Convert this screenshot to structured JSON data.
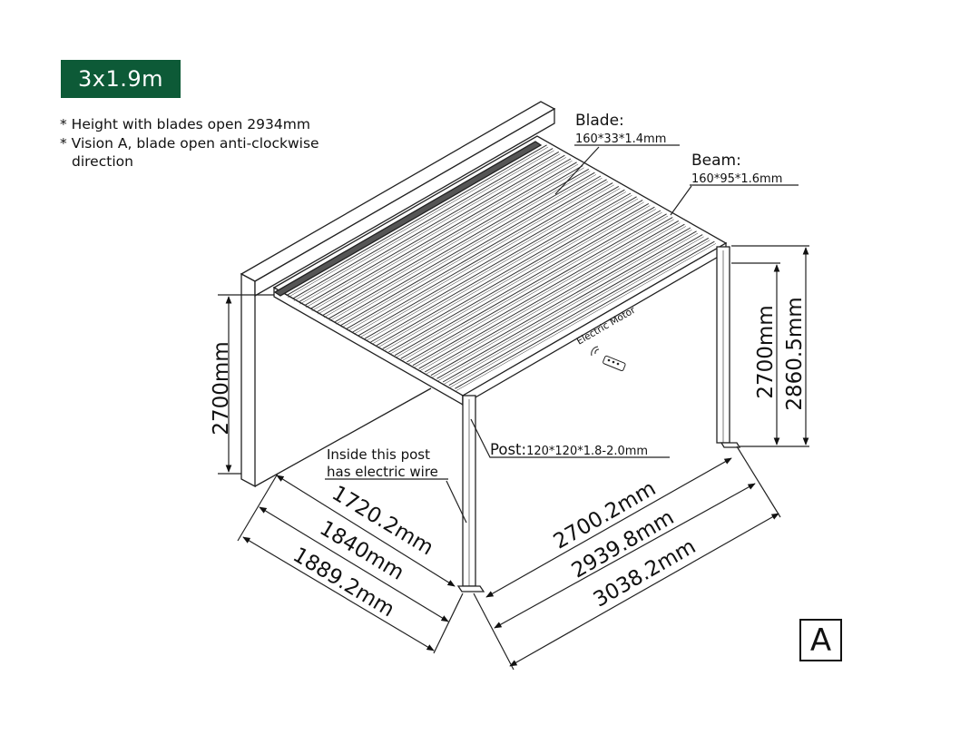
{
  "badge": {
    "label": "3x1.9m",
    "color": "#0d5a37"
  },
  "notes": [
    "* Height with blades open 2934mm",
    "* Vision A, blade open anti-clockwise",
    "direction"
  ],
  "labels": {
    "blade_title": "Blade:",
    "blade_spec": "160*33*1.4mm",
    "beam_title": "Beam:",
    "beam_spec": "160*95*1.6mm",
    "motor": "Electric Motor",
    "post": "Post:",
    "post_spec": "120*120*1.8-2.0mm",
    "wire_line1": "Inside this post",
    "wire_line2": "has electric wire"
  },
  "dimensions": {
    "height_left": "2700mm",
    "height_right_inner": "2700mm",
    "height_right_outer": "2860.5mm",
    "depth_1": "1720.2mm",
    "depth_2": "1840mm",
    "depth_3": "1889.2mm",
    "width_1": "2700.2mm",
    "width_2": "2939.8mm",
    "width_3": "3038.2mm"
  },
  "view_letter": "A"
}
